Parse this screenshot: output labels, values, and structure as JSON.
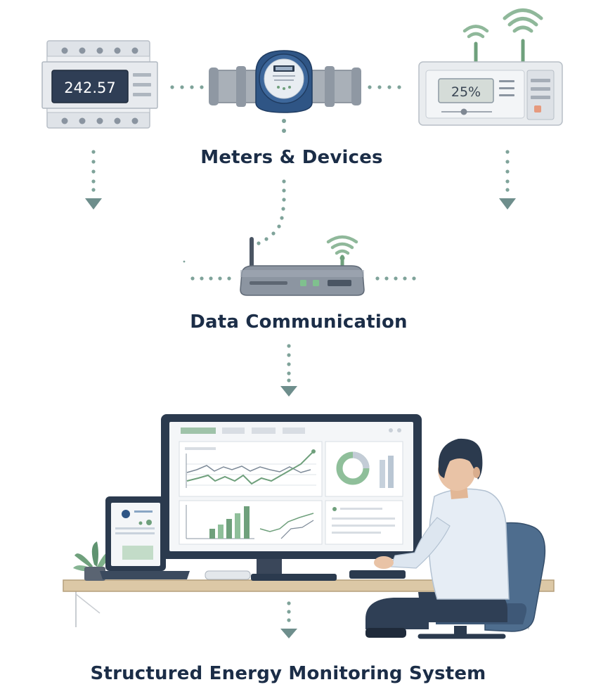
{
  "labels": {
    "devices": "Meters & Devices",
    "communication": "Data Communication",
    "system": "Structured Energy Monitoring System"
  },
  "devices": {
    "power_meter_reading": "242.57",
    "controller_reading": "25%"
  },
  "colors": {
    "navy": "#1b2d47",
    "dots": "#7fa39a",
    "green_accent": "#6fa07c",
    "device_gray": "#dfe3e8",
    "flow_meter_blue": "#2f5585",
    "display_dark": "#2b3a4e",
    "chair_blue": "#4e6d8e",
    "desk_wood": "#dcc8a6"
  },
  "icons": [
    "power-meter-icon",
    "flow-meter-icon",
    "wireless-controller-icon",
    "router-icon",
    "wifi-icon",
    "monitor-icon",
    "laptop-icon",
    "plant-icon",
    "person-icon",
    "chair-icon",
    "arrow-down-icon"
  ]
}
